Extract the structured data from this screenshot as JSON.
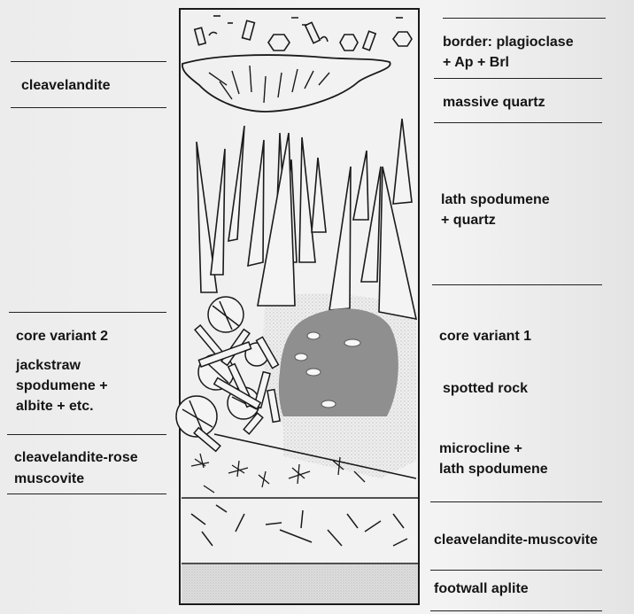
{
  "diagram": {
    "labels_left": {
      "cleavelandite": "cleavelandite",
      "core_variant_2": "core variant 2",
      "jackstraw_1": "jackstraw",
      "jackstraw_2": "spodumene +",
      "jackstraw_3": "albite + etc.",
      "cleavelandite_rose_1": "cleavelandite-rose",
      "cleavelandite_rose_2": "muscovite"
    },
    "labels_right": {
      "border_1": "border: plagioclase",
      "border_2": "+ Ap + Brl",
      "massive_quartz": "massive quartz",
      "lath_spodumene_1": "lath spodumene",
      "lath_spodumene_2": "+ quartz",
      "core_variant_1": "core variant 1",
      "spotted_rock": "spotted rock",
      "microcline_1": "microcline +",
      "microcline_2": "lath spodumene",
      "cleavelandite_muscovite": "cleavelandite-muscovite",
      "footwall_aplite": "footwall aplite"
    },
    "colors": {
      "ink": "#151515",
      "spotted_blob": "#8f8f8f",
      "stipple": "#cfcfcf",
      "aplite": "#d8d8d8"
    }
  }
}
